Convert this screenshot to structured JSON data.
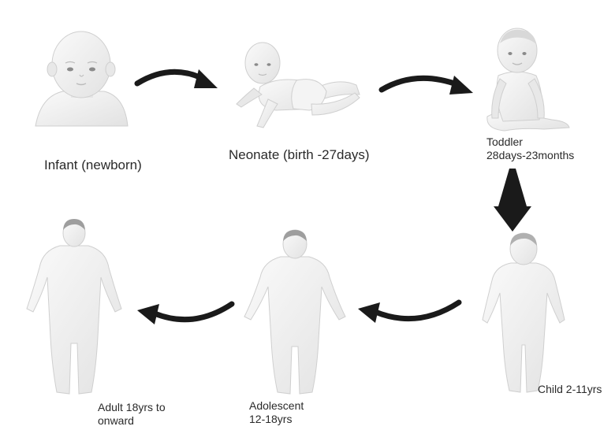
{
  "stages": [
    {
      "id": "infant",
      "lines": [
        "Infant (newborn)"
      ],
      "icon": "newborn-face-icon"
    },
    {
      "id": "neonate",
      "lines": [
        "Neonate (birth -27days)"
      ],
      "icon": "crawling-baby-icon"
    },
    {
      "id": "toddler",
      "lines": [
        "Toddler",
        "28days-23months"
      ],
      "icon": "sitting-toddler-icon"
    },
    {
      "id": "child",
      "lines": [
        "Child 2-11yrs"
      ],
      "icon": "child-figure-icon"
    },
    {
      "id": "adolescent",
      "lines": [
        "Adolescent",
        "12-18yrs"
      ],
      "icon": "adolescent-figure-icon"
    },
    {
      "id": "adult",
      "lines": [
        "Adult 18yrs to",
        "onward"
      ],
      "icon": "adult-figure-icon"
    }
  ],
  "colors": {
    "skin": "#eeeeee",
    "skin_shadow": "#d6d6d6",
    "outline": "#c9c9c9",
    "hair": "#9a9a9a",
    "arrow": "#1a1a1a",
    "text": "#2a2a2a"
  }
}
